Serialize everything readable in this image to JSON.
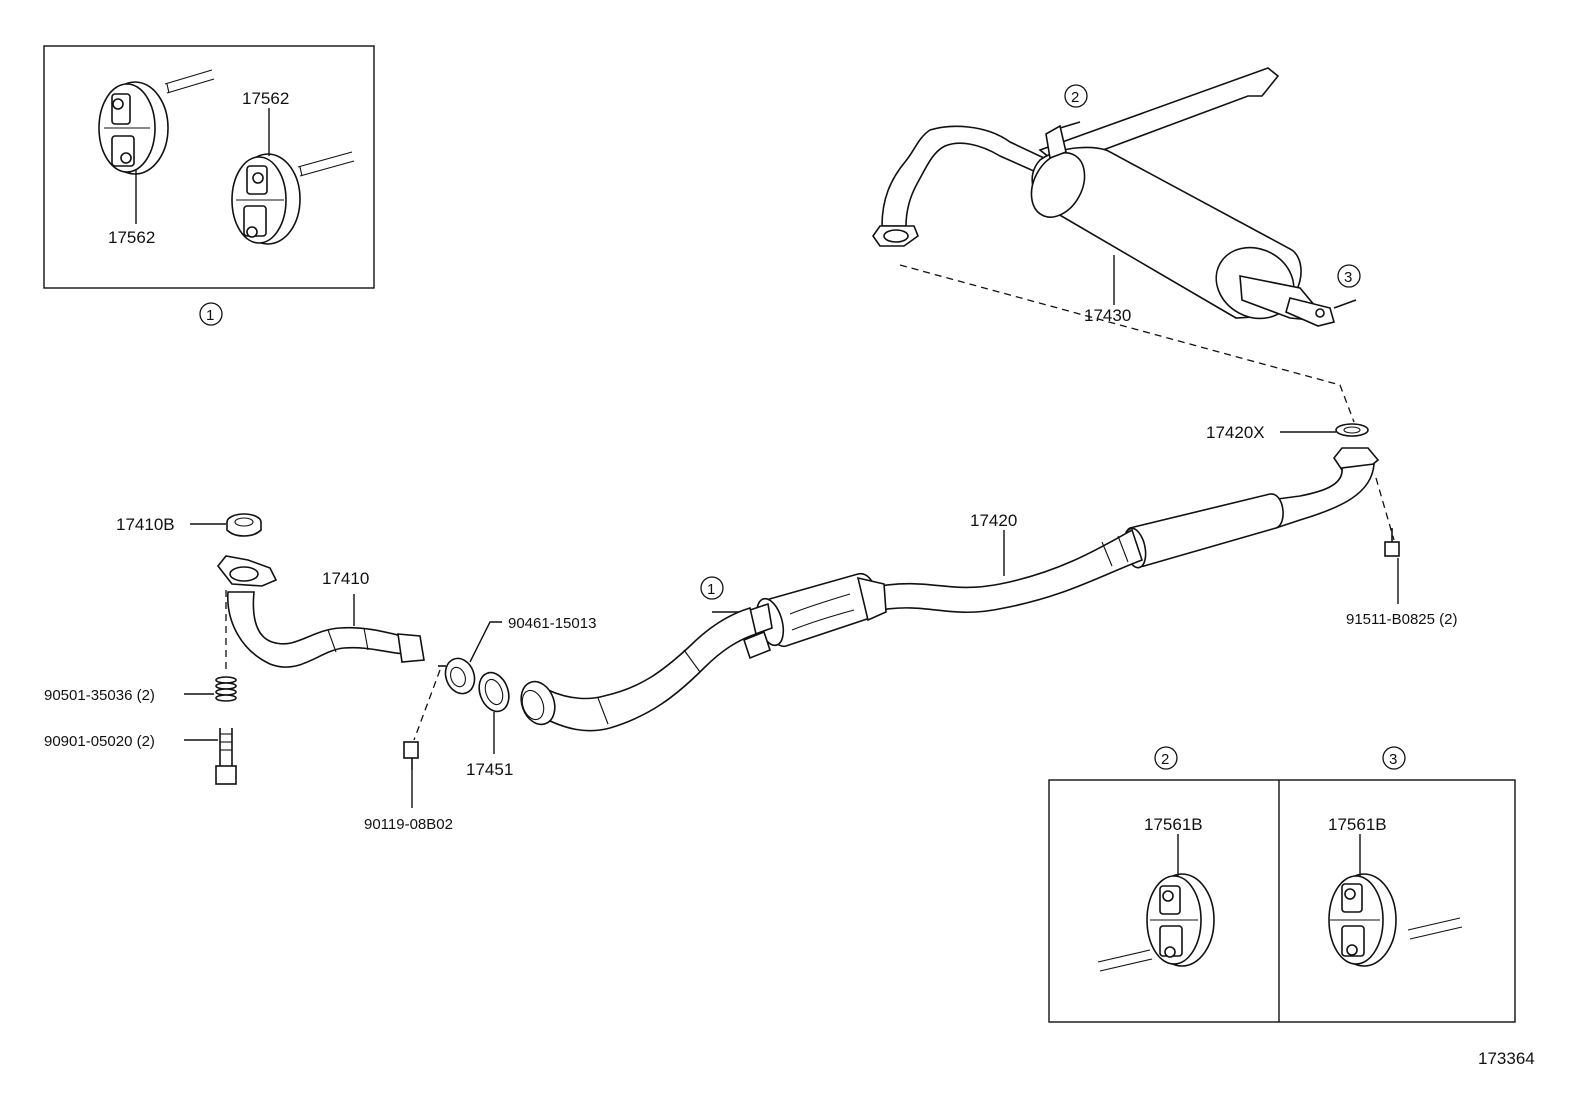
{
  "diagram_id": "173364",
  "callouts": {
    "c1": "1",
    "c2": "2",
    "c3": "3"
  },
  "labels": {
    "hanger_top": "17562",
    "hanger_bottom": "17562",
    "tail_muffler": "17430",
    "gasket_rear": "17420X",
    "center_pipe": "17420",
    "front_gasket": "17410B",
    "front_pipe": "17410",
    "spring": "90501-35036 (2)",
    "front_bolt": "90901-05020 (2)",
    "stud_bolt": "90119-08B02",
    "nut": "90461-15013",
    "pipe_gasket": "17451",
    "rear_bolt": "91511-B0825 (2)",
    "hanger_b2": "17561B",
    "hanger_b3": "17561B"
  }
}
